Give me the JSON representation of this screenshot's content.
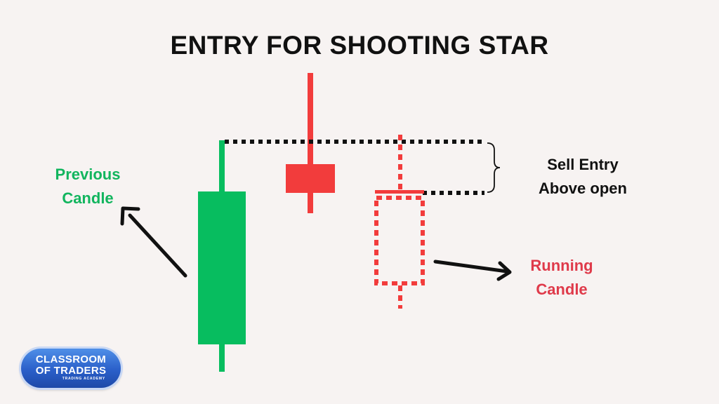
{
  "title": "ENTRY FOR SHOOTING STAR",
  "colors": {
    "background": "#f7f3f2",
    "bull_green": "#07bd5f",
    "bear_red": "#f23c3c",
    "dotted_black": "#111111",
    "label_green": "#12b55e",
    "label_red": "#df3a4a"
  },
  "labels": {
    "previous_candle": {
      "line1": "Previous",
      "line2": "Candle"
    },
    "sell_entry": {
      "line1": "Sell Entry",
      "line2": "Above open"
    },
    "running_candle": {
      "line1": "Running",
      "line2": "Candle"
    }
  },
  "candles": [
    {
      "name": "previous-candle",
      "color": "green",
      "style": "solid"
    },
    {
      "name": "shooting-star-candle",
      "color": "red",
      "style": "solid"
    },
    {
      "name": "running-candle",
      "color": "red",
      "style": "dotted"
    }
  ],
  "icons": [
    "arrow-icon",
    "arrow-icon",
    "brace-icon"
  ],
  "logo": {
    "line1": "CLASSROOM",
    "line2": "OF TRADERS",
    "line3": "TRADING ACADEMY"
  }
}
